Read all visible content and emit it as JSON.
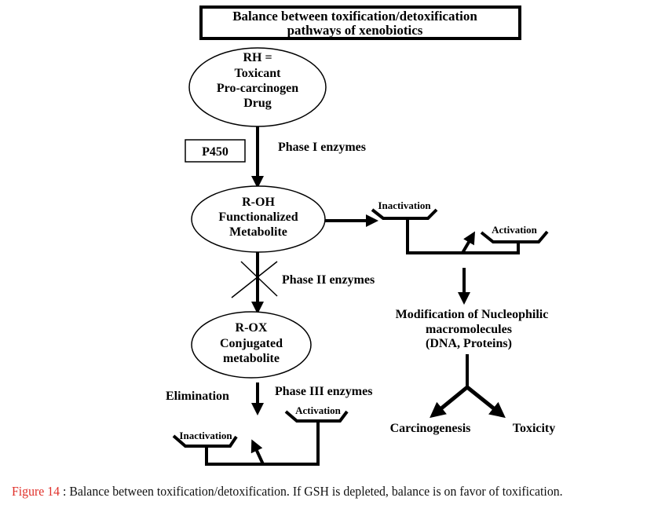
{
  "title": {
    "line1": "Balance between toxification/detoxification",
    "line2": "pathways of xenobiotics"
  },
  "nodes": {
    "rh": {
      "lines": [
        "RH =",
        "Toxicant",
        "Pro-carcinogen",
        "Drug"
      ]
    },
    "roh": {
      "lines": [
        "R-OH",
        "Functionalized",
        "Metabolite"
      ]
    },
    "rox": {
      "lines": [
        "R-OX",
        "Conjugated",
        "metabolite"
      ]
    }
  },
  "labels": {
    "p450": "P450",
    "phase1": "Phase I enzymes",
    "phase2": "Phase II enzymes",
    "phase3": "Phase III enzymes",
    "elimination": "Elimination",
    "upper_inactivation": "Inactivation",
    "upper_activation": "Activation",
    "lower_inactivation": "Inactivation",
    "lower_activation": "Activation",
    "modification": [
      "Modification of Nucleophilic",
      "macromolecules",
      "(DNA, Proteins)"
    ],
    "carcinogenesis": "Carcinogenesis",
    "toxicity": "Toxicity"
  },
  "caption": {
    "figure_label": "Figure 14",
    "text": " : Balance between toxification/detoxification. If GSH is depleted, balance is on favor of toxification.",
    "figure_color": "#e0302a"
  }
}
